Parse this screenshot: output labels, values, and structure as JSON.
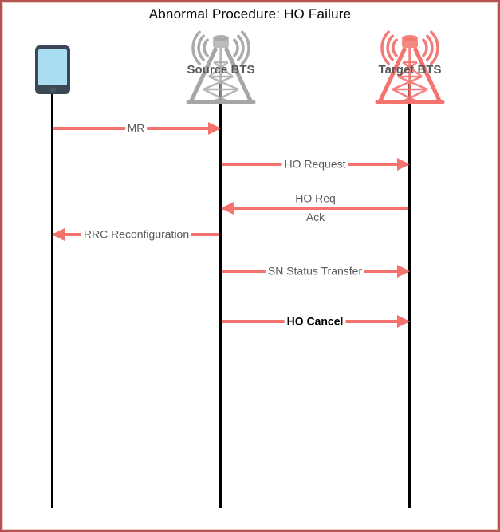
{
  "title": "Abnormal Procedure: HO Failure",
  "actors": {
    "ue": {
      "id": "ue",
      "icon": "smartphone-icon",
      "label": ""
    },
    "source": {
      "id": "source-bts",
      "icon": "bts-tower-icon",
      "label": "Source BTS"
    },
    "target": {
      "id": "target-bts",
      "icon": "bts-tower-icon",
      "label": "Target BTS"
    }
  },
  "messages": [
    {
      "label": "MR",
      "from": "UE",
      "to": "Source BTS",
      "direction": "right"
    },
    {
      "label": "HO Request",
      "from": "Source BTS",
      "to": "Target BTS",
      "direction": "right"
    },
    {
      "label": "HO Req",
      "label2": "Ack",
      "from": "Target BTS",
      "to": "Source BTS",
      "direction": "left"
    },
    {
      "label": "RRC Reconfiguration",
      "from": "Source BTS",
      "to": "UE",
      "direction": "left"
    },
    {
      "label": "SN Status Transfer",
      "from": "Source BTS",
      "to": "Target BTS",
      "direction": "right"
    },
    {
      "label": "HO Cancel",
      "from": "Source BTS",
      "to": "Target BTS",
      "direction": "right",
      "emphasis": "bold"
    }
  ],
  "colors": {
    "arrow": "#f4736f",
    "message_label": "#595959",
    "actor_label": "#595959",
    "lifeline": "#000000",
    "frame_border": "#b5534f",
    "source_tower": "#a6a6a6",
    "target_tower": "#f4736f",
    "phone_body": "#3b4754",
    "phone_screen": "#aadcf2",
    "title_text": "#000000"
  }
}
